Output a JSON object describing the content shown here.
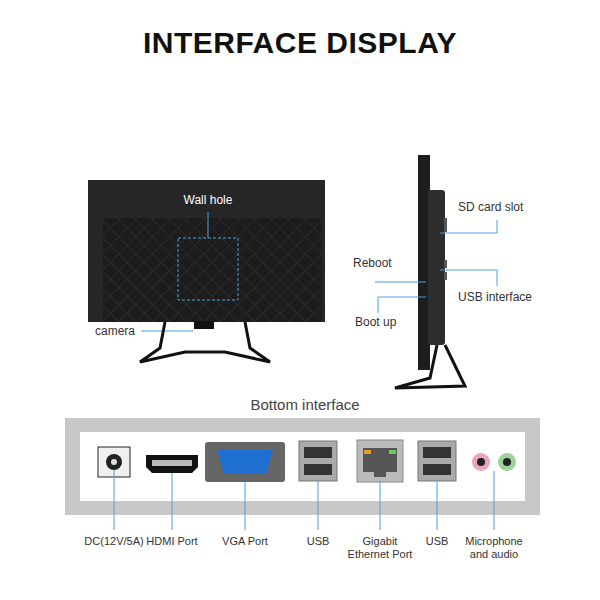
{
  "diagram": {
    "title": "INTERFACE DISPLAY",
    "labels": [
      "Wall hole",
      "camera",
      "SD card slot",
      "Reboot",
      "USB interface",
      "Boot up",
      "Bottom interface",
      "DC(12V/5A)",
      "HDMI Port",
      "VGA Port",
      "USB",
      "Gigabit Ethernet Port",
      "USB",
      "Microphone and audio"
    ]
  }
}
